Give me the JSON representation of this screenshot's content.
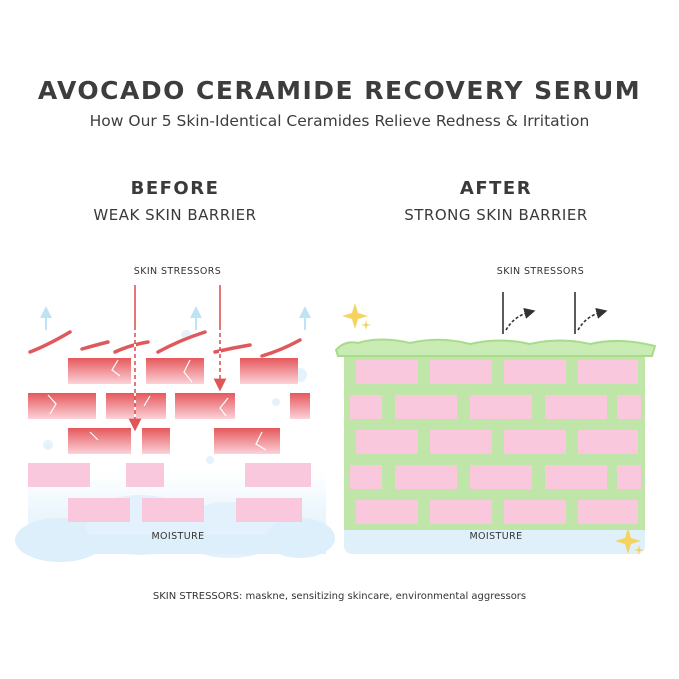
{
  "title": "AVOCADO CERAMIDE RECOVERY SERUM",
  "subtitle": "How Our 5 Skin-Identical Ceramides Relieve Redness & Irritation",
  "before": {
    "heading": "BEFORE",
    "subheading": "WEAK SKIN BARRIER",
    "stressors_label": "SKIN STRESSORS",
    "moisture_label": "MOISTURE"
  },
  "after": {
    "heading": "AFTER",
    "subheading": "STRONG SKIN BARRIER",
    "stressors_label": "SKIN STRESSORS",
    "moisture_label": "MOISTURE"
  },
  "footnote": "SKIN STRESSORS: maskne, sensitizing skincare, environmental aggressors",
  "colors": {
    "text": "#3a3a3a",
    "damaged_brick": "#e8676a",
    "healthy_brick": "#f9c8dd",
    "barrier_green": "#b5e39c",
    "moisture_blue": "#dff0fb",
    "sparkle": "#f4d35e",
    "arrow_red": "#e05555"
  }
}
